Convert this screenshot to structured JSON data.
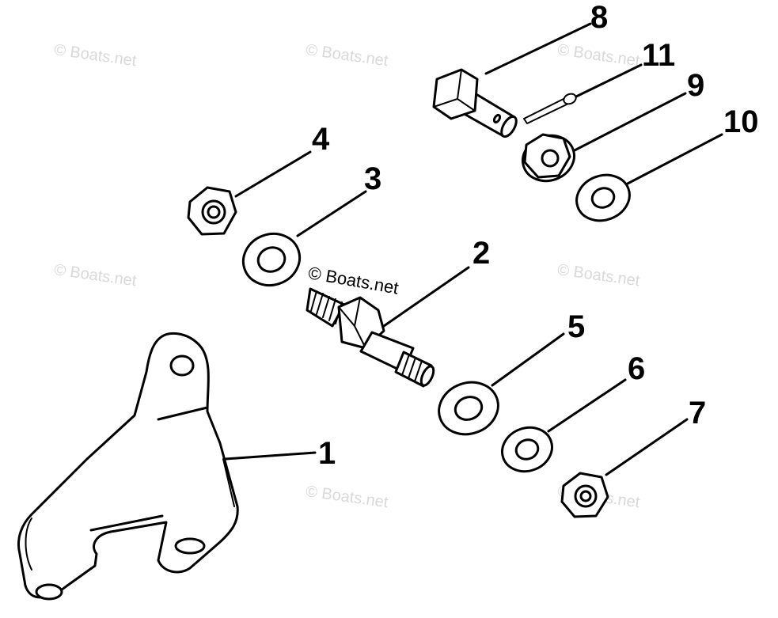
{
  "diagram": {
    "callouts": [
      "1",
      "2",
      "3",
      "4",
      "5",
      "6",
      "7",
      "8",
      "9",
      "10",
      "11"
    ],
    "watermark_text": "© Boats.net",
    "center_watermark": "© Boats.net"
  },
  "colors": {
    "stroke": "#000000",
    "fill": "#ffffff",
    "watermark": "#d9d9d9"
  }
}
